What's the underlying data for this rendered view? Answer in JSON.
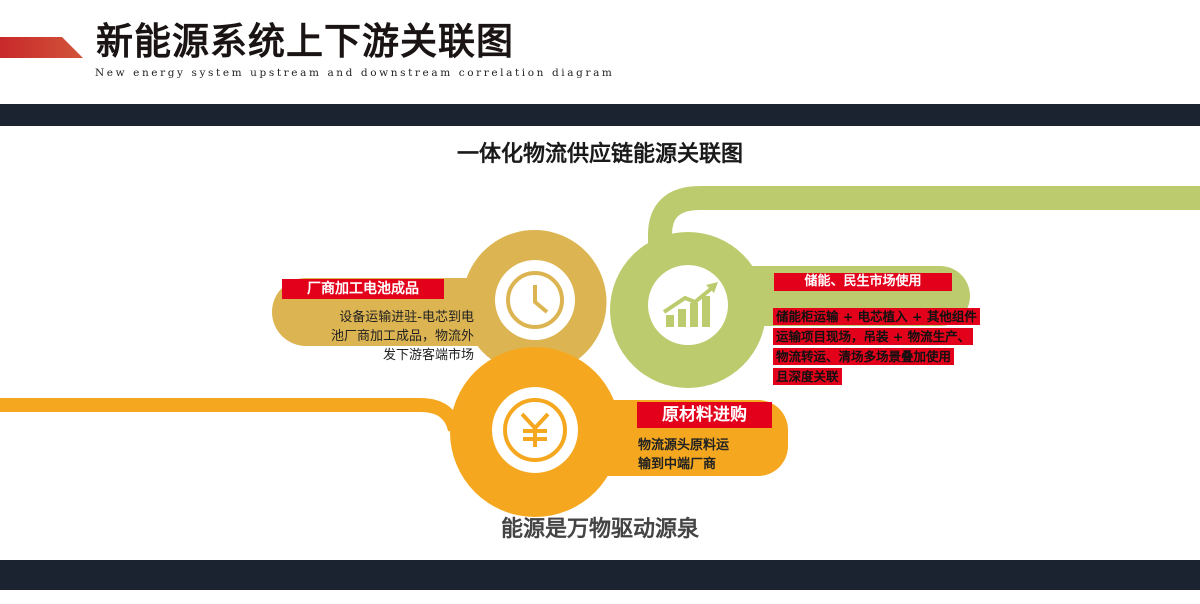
{
  "header": {
    "title": "新能源系统上下游关联图",
    "subtitle": "New energy system upstream and downstream correlation diagram"
  },
  "diagram": {
    "title": "一体化物流供应链能源关联图",
    "footer": "能源是万物驱动源泉",
    "colors": {
      "gold": "#dcb552",
      "green": "#bccb6d",
      "orange": "#f5a81f",
      "red": "#e3001b",
      "band": "#1b2230"
    },
    "nodes": [
      {
        "id": "processing",
        "icon": "clock-icon",
        "label": "厂商加工电池成品",
        "desc_lines": [
          "设备运输进驻-电芯到电",
          "池厂商加工成品，物流外",
          "发下游客端市场"
        ]
      },
      {
        "id": "market",
        "icon": "growth-chart-icon",
        "label": "储能、民生市场使用",
        "desc_lines": [
          "储能柜运输 + 电芯植入 + 其他组件",
          "运输项目现场，吊装  + 物流生产、",
          "物流转运、清场多场景叠加使用",
          "且深度关联"
        ]
      },
      {
        "id": "raw",
        "icon": "yuan-icon",
        "label": "原材料进购",
        "desc_lines": [
          "物流源头原料运",
          "输到中端厂商"
        ]
      }
    ]
  }
}
